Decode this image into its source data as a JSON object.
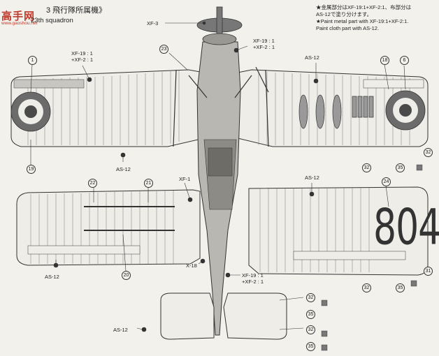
{
  "header": {
    "title": "3 飛行隊所属機》",
    "subtitle": "23th squadron",
    "watermark": "高手网",
    "watermark_sub": "www.gaoshou.net"
  },
  "notes": {
    "line1": "★金属部分はXF-19:1+XF-2:1、布部分は",
    "line2": "AS-12で塗り分けます。",
    "line3": "★Paint metal part with XF-19:1+XF-2:1.",
    "line4": "Paint cloth part with AS-12."
  },
  "paint_labels": {
    "xf3": "XF-3",
    "mix1_a": "XF-19 : 1",
    "mix1_b": "+XF-2 : 1",
    "mix2_a": "XF-19 : 1",
    "mix2_b": "+XF-2 : 1",
    "mix3_a": "XF-19 : 1",
    "mix3_b": "+XF-2 : 1",
    "as12_top": "AS-12",
    "as12_mid": "AS-12",
    "as12_right": "AS-12",
    "as12_low": "AS-12",
    "as12_tail": "AS-12",
    "xf1": "XF-1",
    "x18": "X-18"
  },
  "callouts": {
    "c1": "1",
    "c19": "19",
    "c23": "23",
    "c18": "18",
    "c6": "6",
    "c32a": "32",
    "c32b": "32",
    "c35a": "35",
    "c22": "22",
    "c21": "21",
    "c20": "20",
    "c24": "24",
    "c31": "31",
    "c32c": "32",
    "c35b": "35",
    "c32d": "32",
    "c35c": "35",
    "c32e": "32",
    "c35d": "35"
  },
  "serial_number": "804",
  "colors": {
    "roundel_red": "#6b6b6b",
    "roundel_blue": "#4a4a4a",
    "line": "#333333",
    "wing_fill": "#efede8"
  }
}
